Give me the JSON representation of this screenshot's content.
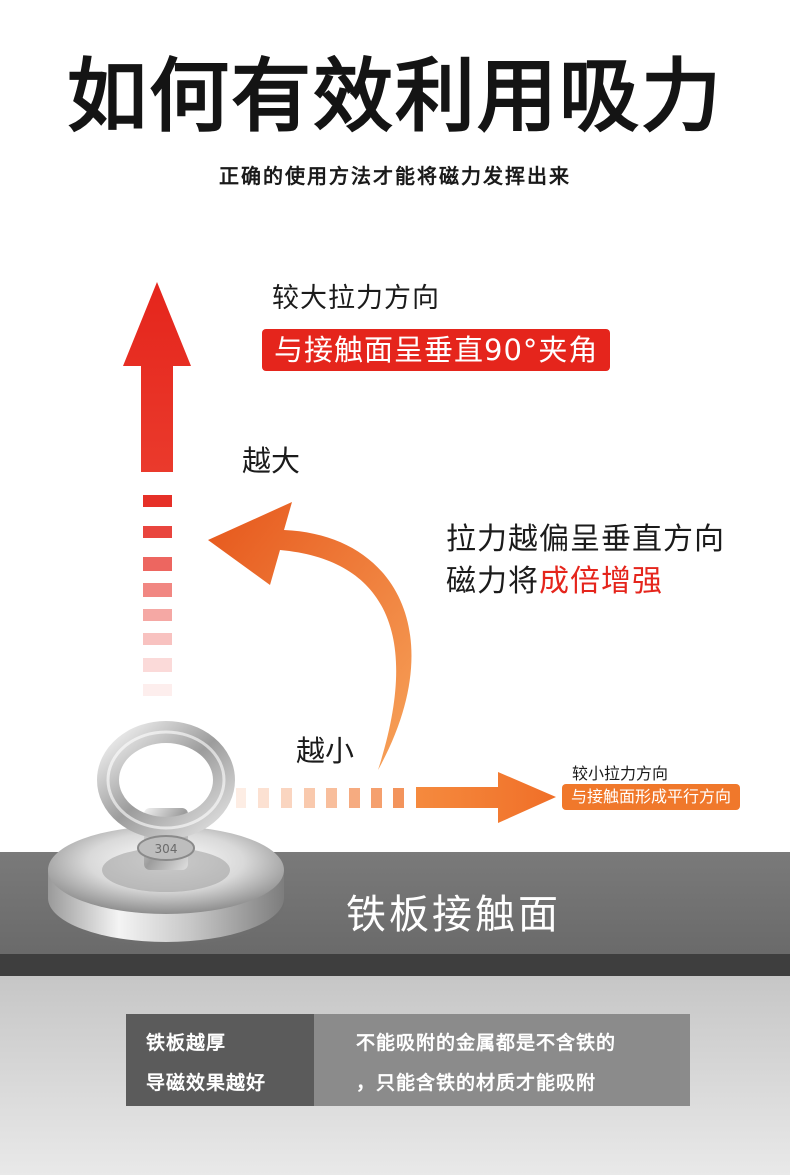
{
  "header": {
    "title": "如何有效利用吸力",
    "subtitle": "正确的使用方法才能将磁力发挥出来"
  },
  "vertical_pull": {
    "heading": "较大拉力方向",
    "note": "与接触面呈垂直90°夹角",
    "color": "#e5251c"
  },
  "curve": {
    "more_label": "越大",
    "less_label": "越小",
    "color": "#f0782b"
  },
  "angle_text": {
    "line1": "拉力越偏呈垂直方向",
    "line2_prefix": "磁力将",
    "line2_highlight": "成倍增强"
  },
  "horizontal_pull": {
    "heading": "较小拉力方向",
    "note": "与接触面形成平行方向"
  },
  "magnet": {
    "ring_marking": "304"
  },
  "surface": {
    "label": "铁板接触面"
  },
  "tips": {
    "left_line1": "铁板越厚",
    "left_line2": "导磁效果越好",
    "right_line1": "不能吸附的金属都是不含铁的",
    "right_line2": "，只能含铁的材质才能吸附"
  }
}
